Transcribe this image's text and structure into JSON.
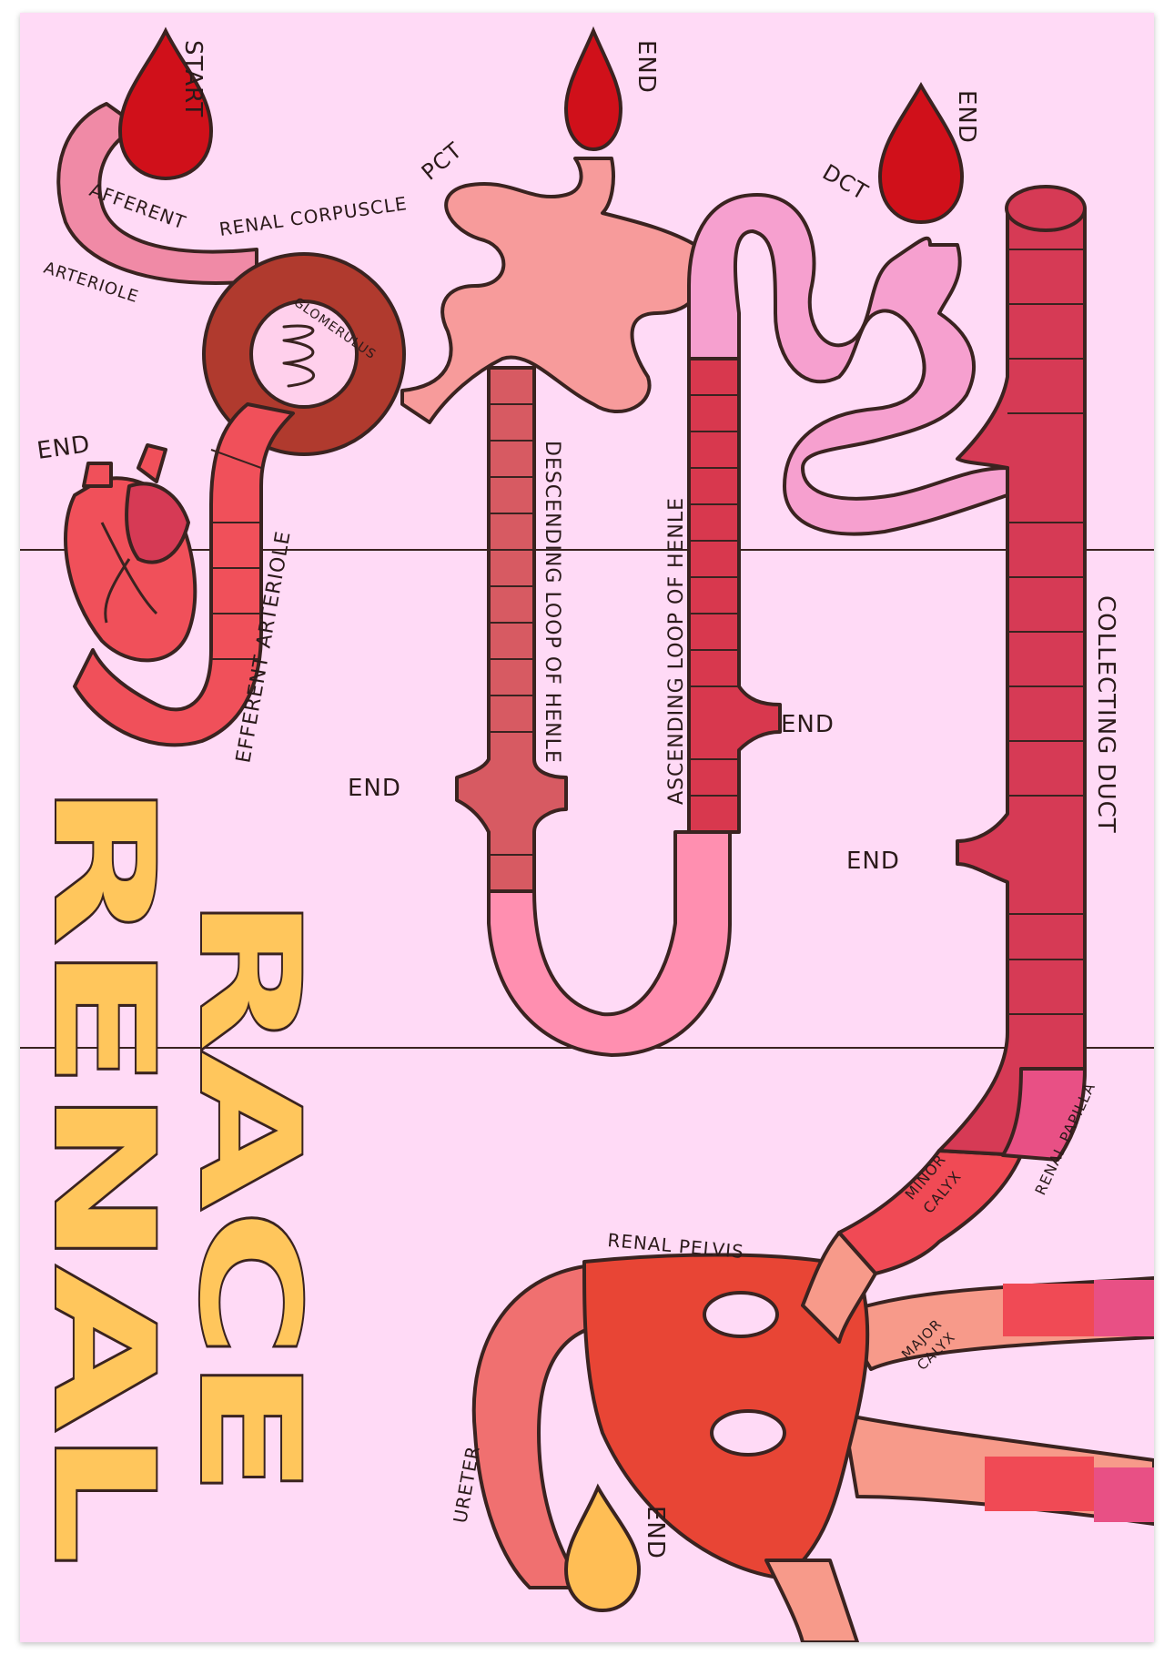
{
  "title": {
    "word1": "RENAL",
    "word2": "RACE"
  },
  "labels": {
    "start": "START",
    "end": "END",
    "afferent": "AFFERENT",
    "arteriole": "ARTERIOLE",
    "renal_corpuscle": "RENAL CORPUSCLE",
    "glomerulus": "GLOMERULUS",
    "pct": "PCT",
    "dct": "DCT",
    "efferent_arteriole": "EFFERENT ARTERIOLE",
    "descending_loop": "DESCENDING LOOP OF HENLE",
    "ascending_loop": "ASCENDING LOOP OF HENLE",
    "collecting_duct": "COLLECTING DUCT",
    "minor_calyx_1": "MINOR",
    "minor_calyx_2": "CALYX",
    "renal_papilla": "RENAL PAPILLA",
    "renal_pelvis": "RENAL PELVIS",
    "major_calyx_1": "MAJOR",
    "major_calyx_2": "CALYX",
    "ureter": "URETER"
  },
  "colors": {
    "background": "#ffdaf6",
    "outline": "#3a2320",
    "blood": "#d0101a",
    "afferent": "#f08aa6",
    "corpuscle": "#b03a2e",
    "glomerulus": "#ffd0ec",
    "pct": "#f79b9b",
    "efferent": "#f0505a",
    "descending": "#d75a62",
    "loop_bottom": "#ff8fb0",
    "ascending": "#d8384e",
    "dct": "#f6a0cf",
    "collecting": "#d63a55",
    "papilla": "#e85085",
    "minor_calyx": "#f04a55",
    "major_calyx": "#f79a8a",
    "pelvis": "#e84535",
    "ureter": "#f07070",
    "urine": "#ffbe55",
    "title_fill": "#ffc65c"
  },
  "icons": [
    "blood-drop-icon",
    "urine-drop-icon",
    "heart-icon"
  ]
}
